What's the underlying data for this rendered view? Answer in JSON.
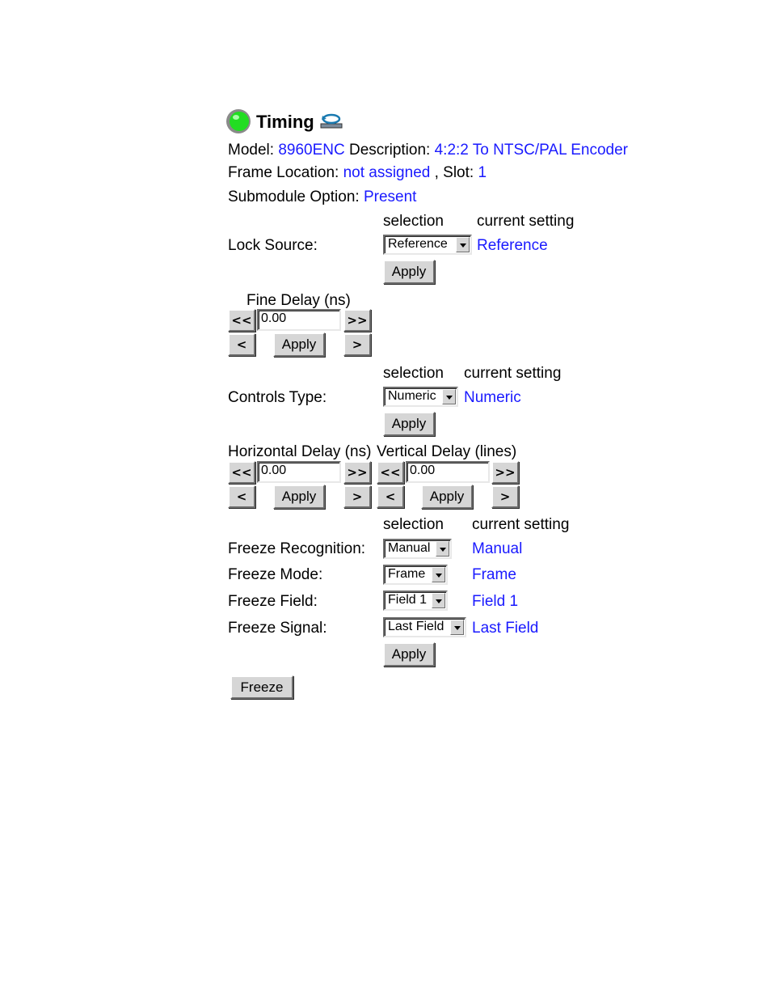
{
  "header": {
    "title": "Timing"
  },
  "info": {
    "model_label": "Model:",
    "model_value": "8960ENC",
    "description_label": "Description:",
    "description_value": "4:2:2 To NTSC/PAL Encoder",
    "frame_location_label": "Frame Location:",
    "frame_location_value": "not assigned",
    "slot_label": ", Slot:",
    "slot_value": "1",
    "submodule_label": "Submodule Option:",
    "submodule_value": "Present"
  },
  "lock_source": {
    "selection_header": "selection",
    "current_header": "current setting",
    "label": "Lock Source:",
    "selected": "Reference",
    "current": "Reference",
    "apply": "Apply"
  },
  "fine_delay": {
    "label": "Fine Delay (ns)",
    "value": "0.00",
    "coarse_down": "<<",
    "coarse_up": ">>",
    "fine_down": "<",
    "fine_up": ">",
    "apply": "Apply"
  },
  "controls_type": {
    "selection_header": "selection",
    "current_header": "current setting",
    "label": "Controls Type:",
    "selected": "Numeric",
    "current": "Numeric",
    "apply": "Apply"
  },
  "horizontal_delay": {
    "label": "Horizontal Delay (ns)",
    "value": "0.00",
    "coarse_down": "<<",
    "coarse_up": ">>",
    "fine_down": "<",
    "fine_up": ">",
    "apply": "Apply"
  },
  "vertical_delay": {
    "label": "Vertical Delay (lines)",
    "value": "0.00",
    "coarse_down": "<<",
    "coarse_up": ">>",
    "fine_down": "<",
    "fine_up": ">",
    "apply": "Apply"
  },
  "freeze": {
    "selection_header": "selection",
    "current_header": "current setting",
    "recognition_label": "Freeze Recognition:",
    "recognition_selected": "Manual",
    "recognition_current": "Manual",
    "mode_label": "Freeze Mode:",
    "mode_selected": "Frame",
    "mode_current": "Frame",
    "field_label": "Freeze Field:",
    "field_selected": "Field 1",
    "field_current": "Field 1",
    "signal_label": "Freeze Signal:",
    "signal_selected": "Last Field",
    "signal_current": "Last Field",
    "apply": "Apply",
    "freeze_button": "Freeze"
  },
  "colors": {
    "link": "#1a1aff",
    "status_led": "#22dd22",
    "button_face": "#d6d6d6"
  },
  "icons": {
    "status": "status-led-icon",
    "refresh": "refresh-icon"
  }
}
